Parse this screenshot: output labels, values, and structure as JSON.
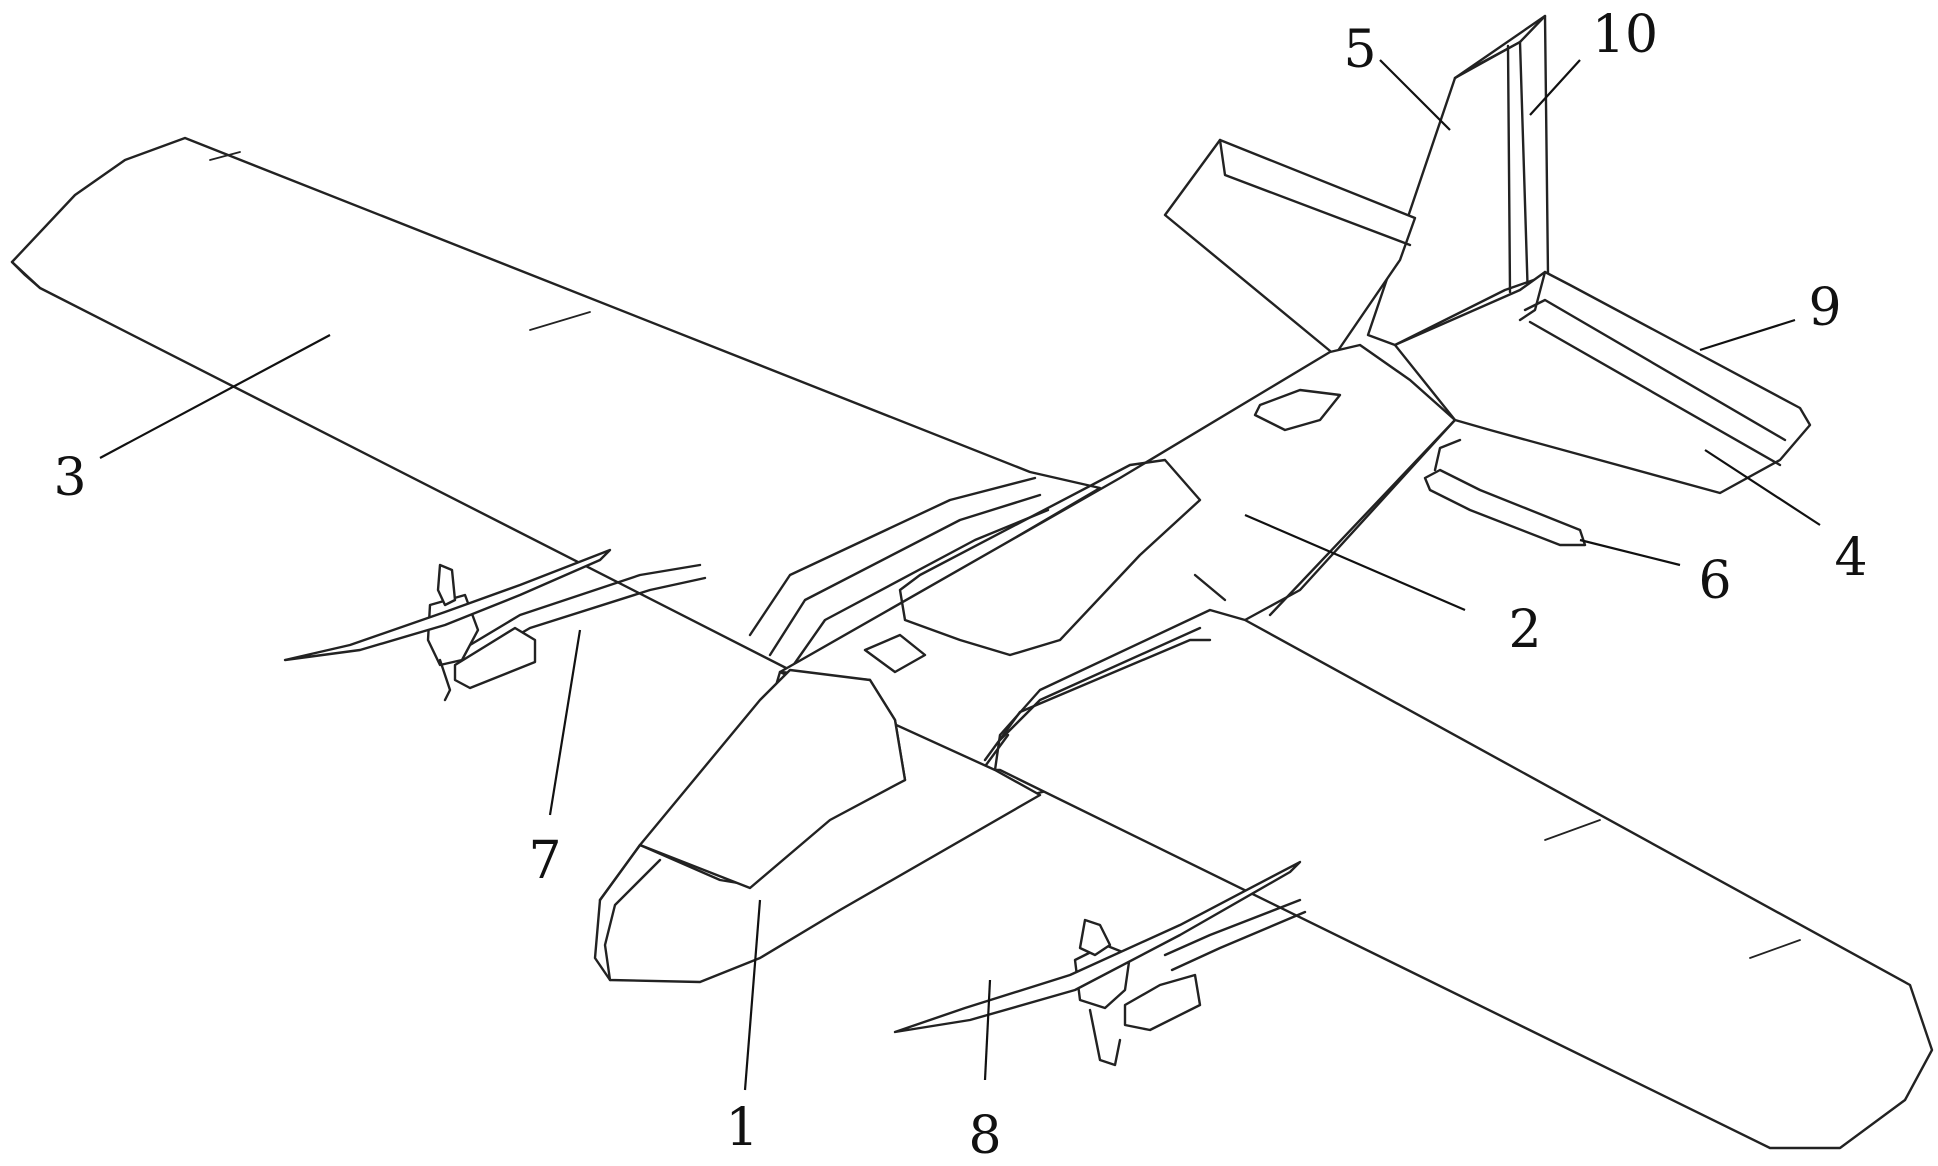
{
  "labels": [
    {
      "id": "1",
      "text": "1"
    },
    {
      "id": "2",
      "text": "2"
    },
    {
      "id": "3",
      "text": "3"
    },
    {
      "id": "4",
      "text": "4"
    },
    {
      "id": "5",
      "text": "5"
    },
    {
      "id": "6",
      "text": "6"
    },
    {
      "id": "7",
      "text": "7"
    },
    {
      "id": "8",
      "text": "8"
    },
    {
      "id": "9",
      "text": "9"
    },
    {
      "id": "10",
      "text": "10"
    }
  ],
  "colors": {
    "line": "#222222",
    "background": "#ffffff"
  }
}
